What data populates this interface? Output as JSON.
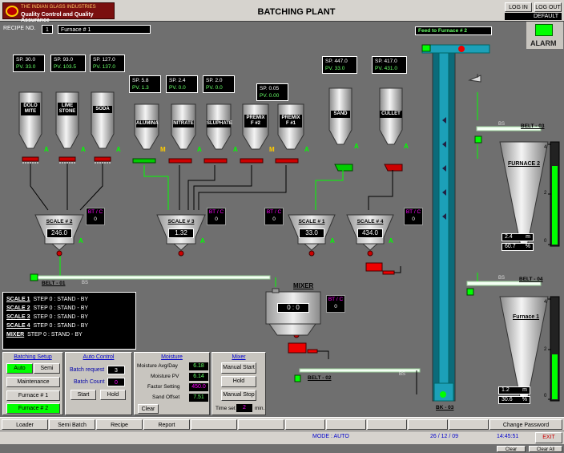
{
  "header": {
    "company_top": "THE INDIAN GLASS INDUSTRIES",
    "company_bottom": "Quality Control and Quality Assurance",
    "title": "BATCHING PLANT",
    "login": "LOG IN",
    "logout": "LOG OUT",
    "user": "DEFAULT"
  },
  "recipe": {
    "label": "RECIPE NO.",
    "no": "1",
    "name": "Furnace # 1"
  },
  "feed_label": "Feed to Furnace # 2",
  "alarm": "ALARM",
  "silos": [
    {
      "name": "DOLO\nMITE",
      "sp": "SP. 30.0",
      "pv": "PV. 33.0"
    },
    {
      "name": "LIME\nSTONE",
      "sp": "SP. 93.0",
      "pv": "PV. 103.5"
    },
    {
      "name": "SODA",
      "sp": "SP. 127.0",
      "pv": "PV. 137.0"
    },
    {
      "name": "ALUMINA",
      "sp": "SP. 5.8",
      "pv": "PV. 1.3"
    },
    {
      "name": "NITRATE",
      "sp": "SP. 2.4",
      "pv": "PV. 0.0"
    },
    {
      "name": "SLUPHATE",
      "sp": "SP. 2.0",
      "pv": "PV. 0.0"
    },
    {
      "name": "PREMIX\nF #2",
      "sp": "SP. 0.05",
      "pv": "PV. 0.00"
    },
    {
      "name": "PREMIX\nF #1"
    },
    {
      "name": "SAND",
      "sp": "SP. 447.0",
      "pv": "PV. 33.0"
    },
    {
      "name": "CULLET",
      "sp": "SP. 417.0",
      "pv": "PV. 431.0"
    }
  ],
  "scales": [
    {
      "label": "SCALE # 2",
      "value": "246.0"
    },
    {
      "label": "SCALE # 3",
      "value": "1.32"
    },
    {
      "label": "SCALE # 1",
      "value": "33.0"
    },
    {
      "label": "SCALE # 4",
      "value": "434.0"
    }
  ],
  "bt": {
    "label": "BT / C",
    "value": "0"
  },
  "mixer": {
    "label": "MIXER",
    "value": "0 : 0"
  },
  "belts": {
    "b01": "BELT - 01",
    "b02": "BELT - 02",
    "b03": "BELT - 03",
    "b04": "BELT - 04",
    "bk": "BK - 03",
    "bs": "BS"
  },
  "furnace2": {
    "label": "FURNACE 2",
    "level": "2.4",
    "unit": "m",
    "pct": "60.7",
    "pct_unit": "%",
    "fill": 0.8
  },
  "furnace1": {
    "label": "Furnace 1",
    "level": "1.2",
    "unit": "m",
    "pct": "30.6",
    "pct_unit": "%",
    "fill": 0.45
  },
  "ticks": [
    "4",
    "2",
    "0"
  ],
  "status_lines": [
    {
      "name": "SCALE 1",
      "text": "STEP 0 : STAND - BY"
    },
    {
      "name": "SCALE 2",
      "text": "STEP 0 : STAND - BY"
    },
    {
      "name": "SCALE 3",
      "text": "STEP 0 : STAND - BY"
    },
    {
      "name": "SCALE 4",
      "text": "STEP 0 : STAND - BY"
    },
    {
      "name": "MIXER",
      "text": "STEP 0 : STAND - BY"
    }
  ],
  "batching": {
    "title": "Batching Setup",
    "auto": "Auto",
    "semi": "Semi",
    "maint": "Maintenance",
    "f1": "Furnace # 1",
    "f2": "Furnace # 2"
  },
  "autoctl": {
    "title": "Auto Control",
    "req_label": "Batch request",
    "req": "3",
    "count_label": "Batch Count",
    "count": "0",
    "start": "Start",
    "hold": "Hold"
  },
  "moisture": {
    "title": "Moisture",
    "rows": [
      {
        "l": "Moisture Avg/Day",
        "v": "6.18"
      },
      {
        "l": "Moisture PV",
        "v": "6.14"
      },
      {
        "l": "Factor Setting",
        "v": "450.0"
      },
      {
        "l": "Sand Offset",
        "v": "7.51"
      }
    ],
    "clear": "Clear"
  },
  "mixerpanel": {
    "title": "Mixer",
    "start": "Manual Start",
    "hold": "Hold",
    "stop": "Manual Stop",
    "time_label": "Time set",
    "time": "2",
    "min": "min."
  },
  "menu": {
    "loader": "Loader",
    "semi": "Semi Batch",
    "recipe": "Recipe",
    "report": "Report",
    "pw": "Change Password"
  },
  "status": {
    "mode": "MODE : AUTO",
    "date": "26 / 12 / 09",
    "time": "14:45:51",
    "exit": "EXIT"
  },
  "bottom": {
    "clear": "Clear",
    "clear_all": "Clear All"
  },
  "letters": {
    "a": "A",
    "m": "M"
  },
  "colors": {
    "alarm": "#00ff00",
    "active": "#00ff00",
    "exit": "#ff6060"
  }
}
